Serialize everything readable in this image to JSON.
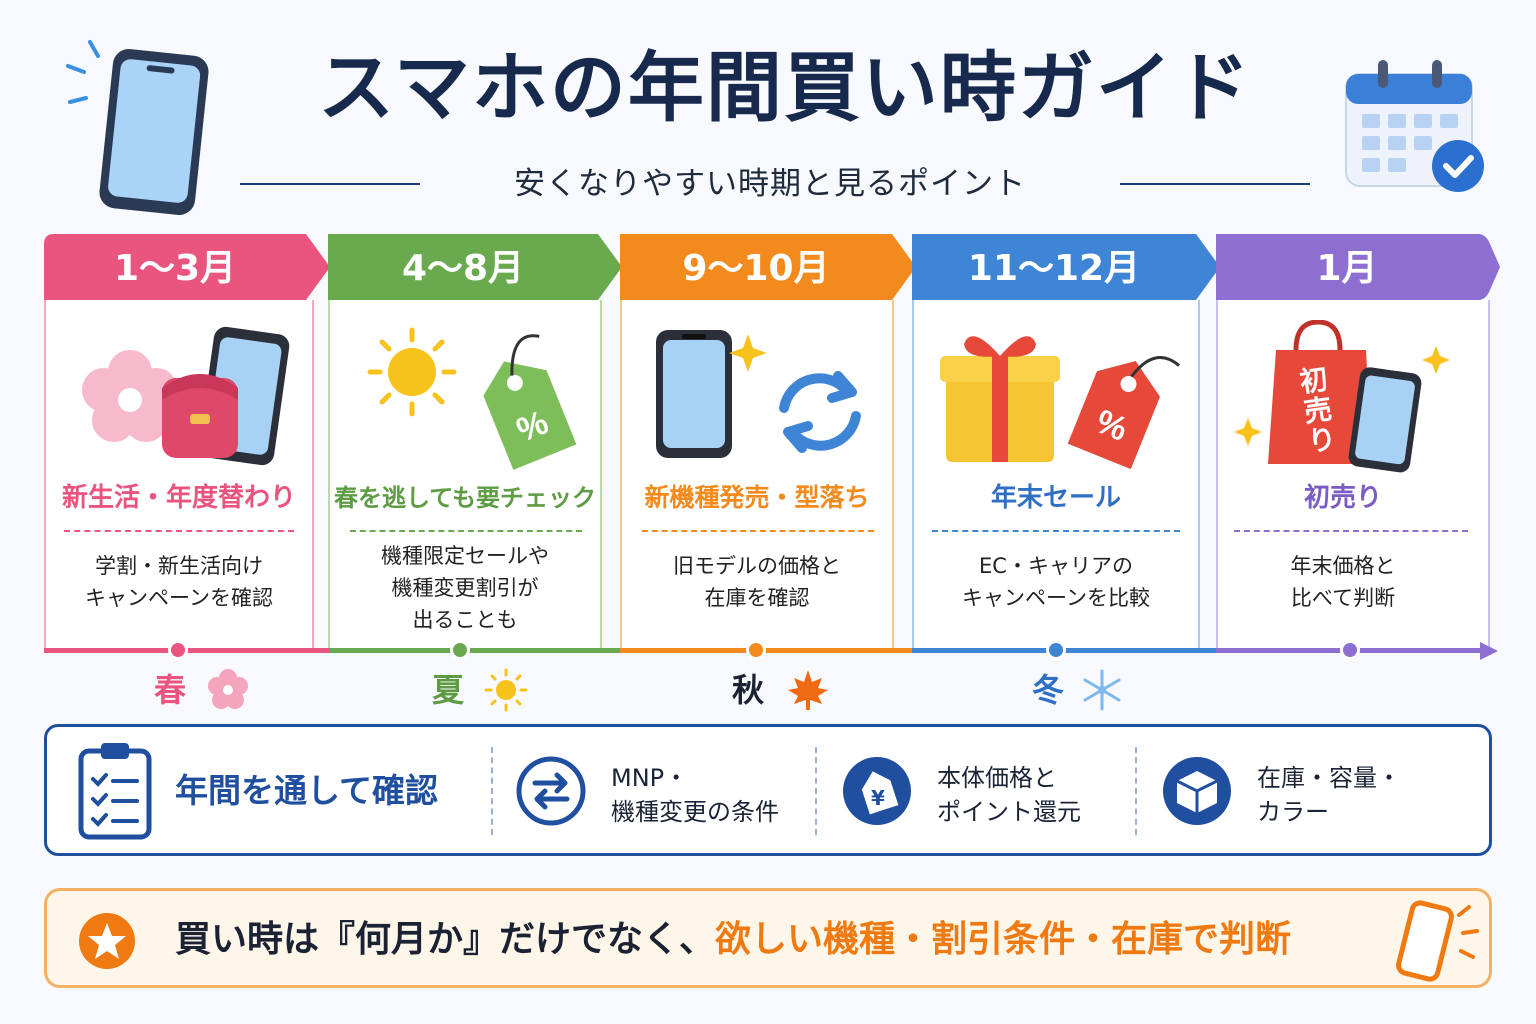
{
  "header": {
    "title": "スマホの年間買い時ガイド",
    "subtitle": "安くなりやすい時期と見るポイント"
  },
  "colors": {
    "spring": "#e9557e",
    "summer": "#6aaa4f",
    "autumn": "#f28a1e",
    "winter": "#3f85d6",
    "january": "#8c6fd1",
    "navy": "#1f4f9e",
    "orange": "#ef7a12"
  },
  "periods": [
    {
      "month": "1〜3月",
      "heading": "新生活・年度替わり",
      "description": "学割・新生活向け\nキャンペーンを確認",
      "icons": [
        "sakura-icon",
        "school-backpack-icon",
        "smartphone-icon"
      ]
    },
    {
      "month": "4〜8月",
      "heading": "春を逃しても要チェック",
      "description": "機種限定セールや\n機種変更割引が\n出ることも",
      "icons": [
        "sun-icon",
        "discount-tag-icon"
      ]
    },
    {
      "month": "9〜10月",
      "heading": "新機種発売・型落ち",
      "description": "旧モデルの価格と\n在庫を確認",
      "icons": [
        "smartphone-icon",
        "sparkle-icon",
        "refresh-icon"
      ]
    },
    {
      "month": "11〜12月",
      "heading": "年末セール",
      "description": "EC・キャリアの\nキャンペーンを比較",
      "icons": [
        "gift-box-icon",
        "discount-tag-icon"
      ]
    },
    {
      "month": "1月",
      "heading": "初売り",
      "description": "年末価格と\n比べて判断",
      "icons": [
        "shopping-bag-icon",
        "smartphone-icon",
        "sparkle-icon"
      ],
      "bag_text": "初売り"
    }
  ],
  "seasons": [
    {
      "label": "春",
      "icon": "sakura-icon"
    },
    {
      "label": "夏",
      "icon": "sun-icon"
    },
    {
      "label": "秋",
      "icon": "maple-leaf-icon"
    },
    {
      "label": "冬",
      "icon": "snowflake-icon"
    }
  ],
  "checklist": {
    "title": "年間を通して確認",
    "items": [
      {
        "line1": "MNP・",
        "line2": "機種変更の条件",
        "icon": "swap-arrows-icon"
      },
      {
        "line1": "本体価格と",
        "line2": "ポイント還元",
        "icon": "yen-tag-icon"
      },
      {
        "line1": "在庫・容量・",
        "line2": "カラー",
        "icon": "box-icon"
      }
    ]
  },
  "tip": {
    "prefix": "買い時は『何月か』だけでなく、",
    "highlight": "欲しい機種・割引条件・在庫で判断"
  }
}
